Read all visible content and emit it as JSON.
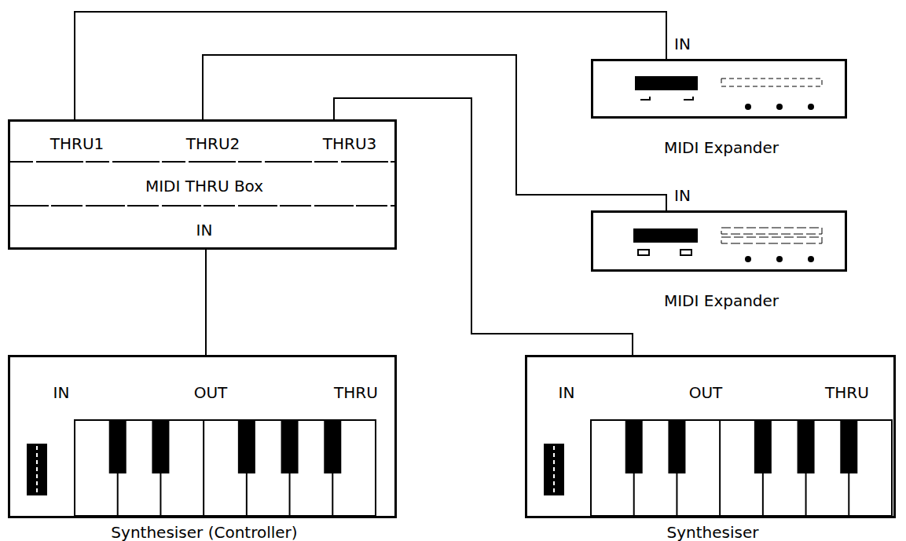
{
  "diagram": {
    "nodes": [
      {
        "text": [
          "THRU1",
          "THRU2",
          "THRU3",
          "MIDI THRU Box",
          "IN"
        ]
      },
      {
        "text": [
          "MIDI Expander"
        ]
      },
      {
        "text": [
          "MIDI Expander"
        ]
      },
      {
        "text": [
          "IN",
          "OUT",
          "THRU",
          "Synthesiser (Controller)"
        ]
      },
      {
        "text": [
          "IN",
          "OUT",
          "THRU",
          "Synthesiser"
        ]
      }
    ],
    "edges": [
      {
        "from": 3,
        "to": 0,
        "arrow": "none"
      },
      {
        "from": 0,
        "to": 1,
        "arrow": "none"
      },
      {
        "from": 0,
        "to": 2,
        "arrow": "none"
      },
      {
        "from": 0,
        "to": 4,
        "arrow": "none"
      }
    ],
    "labels": [
      "IN",
      "IN"
    ]
  }
}
